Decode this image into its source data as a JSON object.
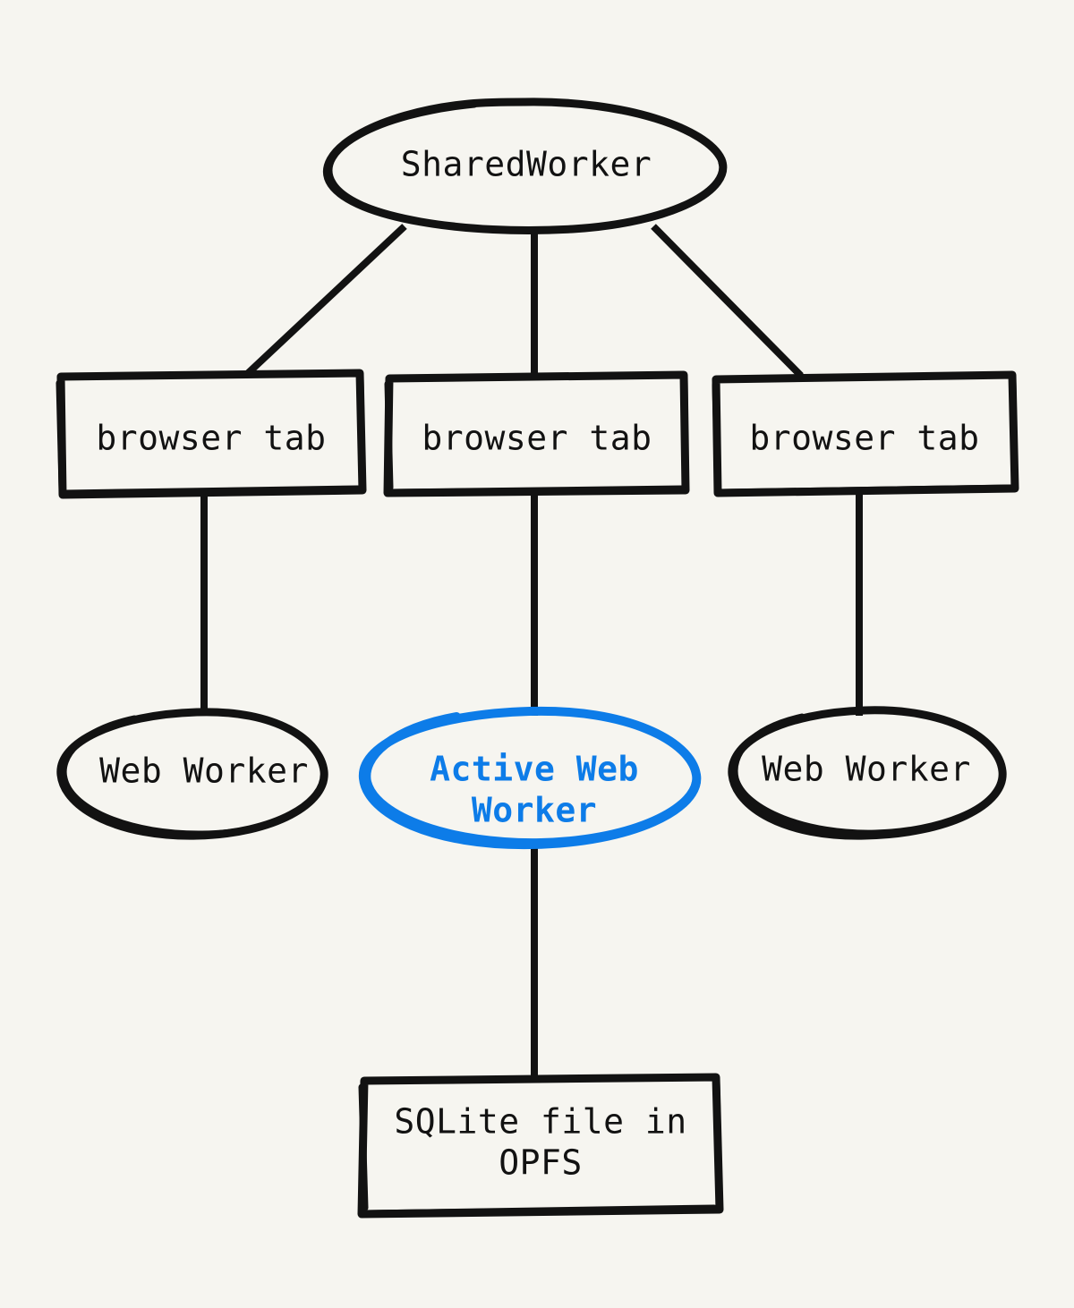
{
  "diagram": {
    "title": "SharedWorker coordination of browser tabs, web workers and OPFS SQLite file",
    "background_color": "#f6f5f0",
    "stroke_color": "#121212",
    "accent_color": "#0d7ce8",
    "style": "hand-drawn sketch",
    "nodes": [
      {
        "id": "shared-worker",
        "label": "SharedWorker",
        "shape": "ellipse",
        "highlighted": false,
        "color": "#121212"
      },
      {
        "id": "browser-tab-left",
        "label": "browser tab",
        "shape": "rectangle",
        "highlighted": false,
        "color": "#121212"
      },
      {
        "id": "browser-tab-center",
        "label": "browser tab",
        "shape": "rectangle",
        "highlighted": false,
        "color": "#121212"
      },
      {
        "id": "browser-tab-right",
        "label": "browser tab",
        "shape": "rectangle",
        "highlighted": false,
        "color": "#121212"
      },
      {
        "id": "web-worker-left",
        "label": "Web Worker",
        "shape": "ellipse",
        "highlighted": false,
        "color": "#121212"
      },
      {
        "id": "web-worker-active",
        "label_line1": "Active Web",
        "label_line2": "Worker",
        "label": "Active Web Worker",
        "shape": "ellipse",
        "highlighted": true,
        "color": "#0d7ce8"
      },
      {
        "id": "web-worker-right",
        "label": "Web Worker",
        "shape": "ellipse",
        "highlighted": false,
        "color": "#121212"
      },
      {
        "id": "sqlite-file",
        "label_line1": "SQLite file in",
        "label_line2": "OPFS",
        "label": "SQLite file in OPFS",
        "shape": "rectangle",
        "highlighted": false,
        "color": "#121212"
      }
    ],
    "edges": [
      {
        "id": "edge-sw-tab-left",
        "from": "shared-worker",
        "to": "browser-tab-left",
        "arrowhead": "none"
      },
      {
        "id": "edge-sw-tab-center",
        "from": "shared-worker",
        "to": "browser-tab-center",
        "arrowhead": "none"
      },
      {
        "id": "edge-sw-tab-right",
        "from": "shared-worker",
        "to": "browser-tab-right",
        "arrowhead": "none"
      },
      {
        "id": "edge-tab-left-worker",
        "from": "browser-tab-left",
        "to": "web-worker-left",
        "arrowhead": "none"
      },
      {
        "id": "edge-tab-center-worker",
        "from": "browser-tab-center",
        "to": "web-worker-active",
        "arrowhead": "none"
      },
      {
        "id": "edge-tab-right-worker",
        "from": "browser-tab-right",
        "to": "web-worker-right",
        "arrowhead": "none"
      },
      {
        "id": "edge-worker-sqlite",
        "from": "web-worker-active",
        "to": "sqlite-file",
        "arrowhead": "none"
      }
    ]
  }
}
